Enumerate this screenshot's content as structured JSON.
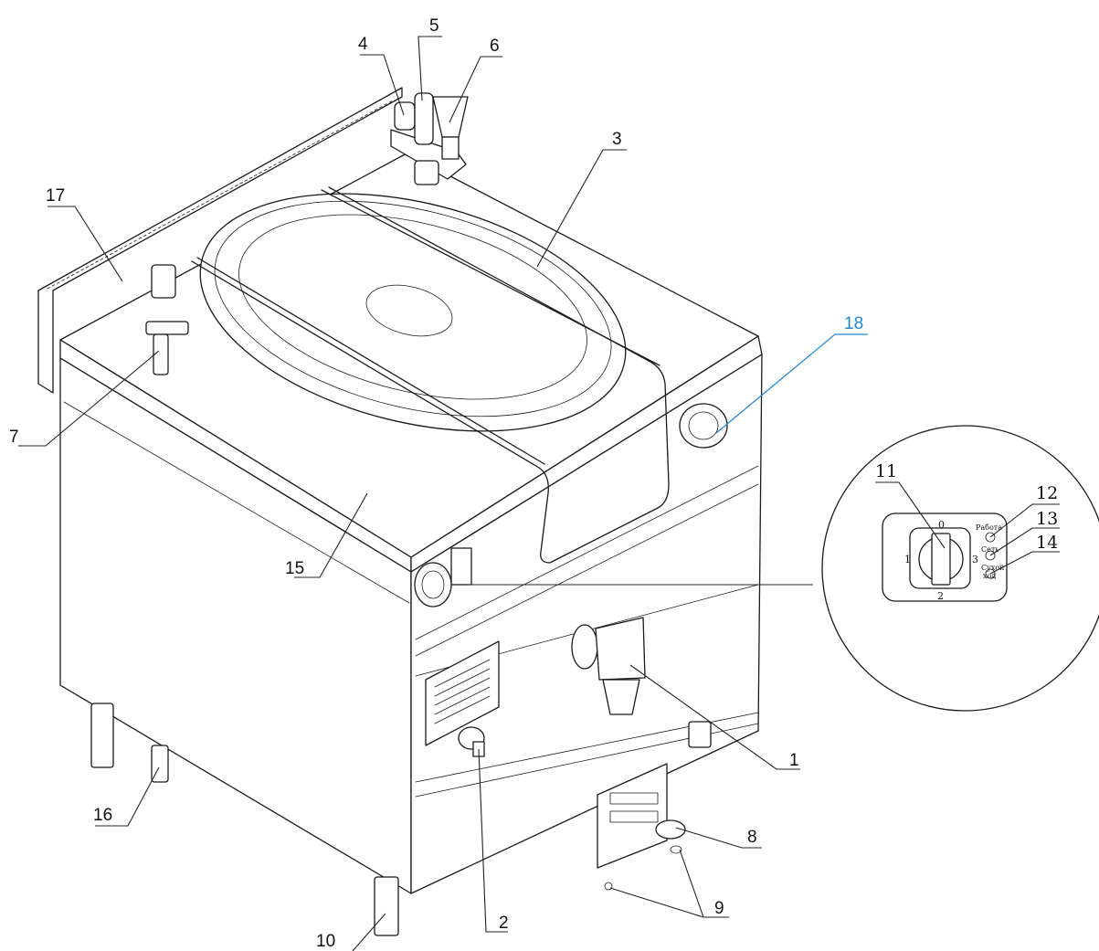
{
  "callouts": [
    {
      "id": "1",
      "text": "1"
    },
    {
      "id": "2",
      "text": "2"
    },
    {
      "id": "3",
      "text": "3"
    },
    {
      "id": "4",
      "text": "4"
    },
    {
      "id": "5",
      "text": "5"
    },
    {
      "id": "6",
      "text": "6"
    },
    {
      "id": "7",
      "text": "7"
    },
    {
      "id": "8",
      "text": "8"
    },
    {
      "id": "9",
      "text": "9"
    },
    {
      "id": "10",
      "text": "10"
    },
    {
      "id": "11",
      "text": "11"
    },
    {
      "id": "12",
      "text": "12"
    },
    {
      "id": "13",
      "text": "13"
    },
    {
      "id": "14",
      "text": "14"
    },
    {
      "id": "15",
      "text": "15"
    },
    {
      "id": "16",
      "text": "16"
    },
    {
      "id": "17",
      "text": "17"
    },
    {
      "id": "18",
      "text": "18"
    }
  ],
  "detail": {
    "switch_positions": [
      "0",
      "1",
      "2",
      "3"
    ],
    "indicators": [
      "Работа",
      "Сеть",
      "Сухой",
      "ход"
    ]
  },
  "colors": {
    "line": "#1a1a1a",
    "highlight_callout": "#1e88d8",
    "background": "#ffffff"
  }
}
